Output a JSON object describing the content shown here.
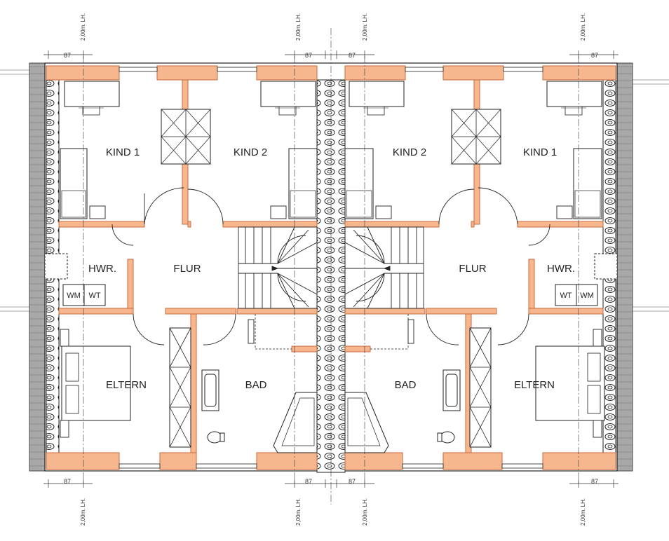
{
  "rooms": {
    "kind1_left": "KIND 1",
    "kind2_left": "KIND 2",
    "kind2_right": "KIND 2",
    "kind1_right": "KIND 1",
    "hwr_left": "HWR.",
    "flur_left": "FLUR",
    "flur_right": "FLUR",
    "hwr_right": "HWR.",
    "eltern_left": "ELTERN",
    "bad_left": "BAD",
    "bad_right": "BAD",
    "eltern_right": "ELTERN"
  },
  "appliances": {
    "wm_left": "WM",
    "wt_left": "WT",
    "wt_right": "WT",
    "wm_right": "WM"
  },
  "dimensions": {
    "top": [
      "87",
      "87",
      "87",
      "87"
    ],
    "bottom": [
      "87",
      "87",
      "87",
      "87"
    ],
    "height_labels_top": [
      "2,00m. LH.",
      "2,00m. LH.",
      "2,00m. LH.",
      "2,00m. LH."
    ],
    "height_labels_bottom": [
      "2,00m. LH.",
      "2,00m. LH.",
      "2,00m. LH.",
      "2,00m. LH."
    ]
  },
  "colors": {
    "wall": "#f6b78f",
    "wall_edge": "#c96a3a",
    "line": "#222222",
    "roof": "#9c9c9c"
  }
}
